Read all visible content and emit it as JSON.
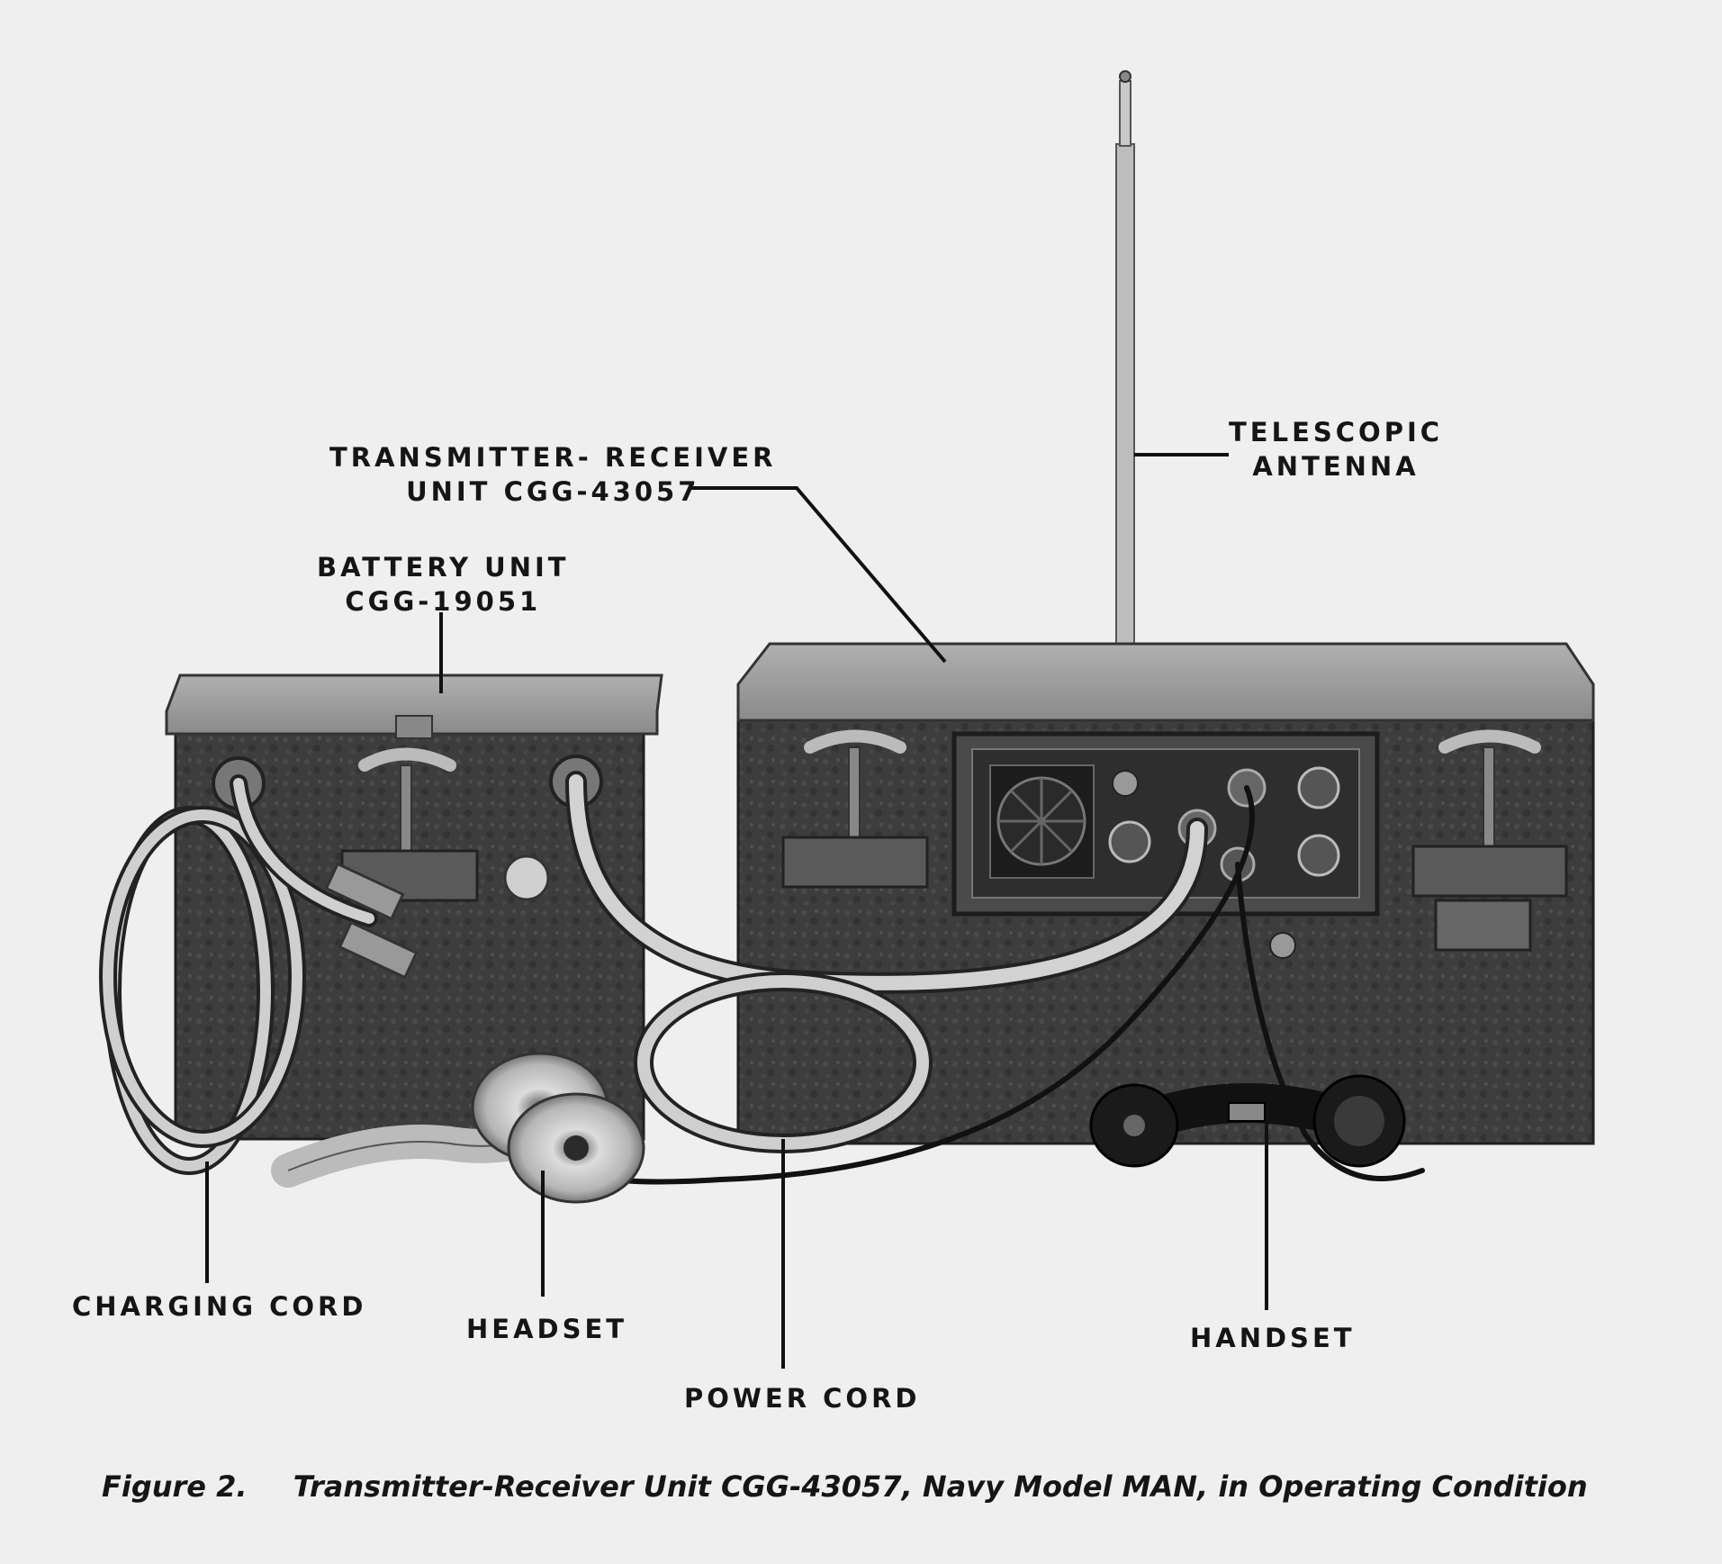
{
  "figure": {
    "callouts": {
      "transmitter_receiver": [
        "TRANSMITTER- RECEIVER",
        "UNIT CGG-43057"
      ],
      "telescopic_antenna": [
        "TELESCOPIC",
        "ANTENNA"
      ],
      "battery_unit": [
        "BATTERY UNIT",
        "CGG-19051"
      ],
      "charging_cord": "CHARGING CORD",
      "headset": "HEADSET",
      "power_cord": "POWER CORD",
      "handset": "HANDSET"
    },
    "caption": {
      "label": "Figure 2.",
      "text": "Transmitter-Receiver Unit CGG-43057, Navy Model MAN, in Operating Condition"
    }
  },
  "colors": {
    "paper": "#efefef",
    "ink": "#151515",
    "case_body": "#3b3b3b",
    "case_lid": "#9a9a9a",
    "antenna": "#b8b8b8",
    "cord": "#cfcfcf"
  }
}
